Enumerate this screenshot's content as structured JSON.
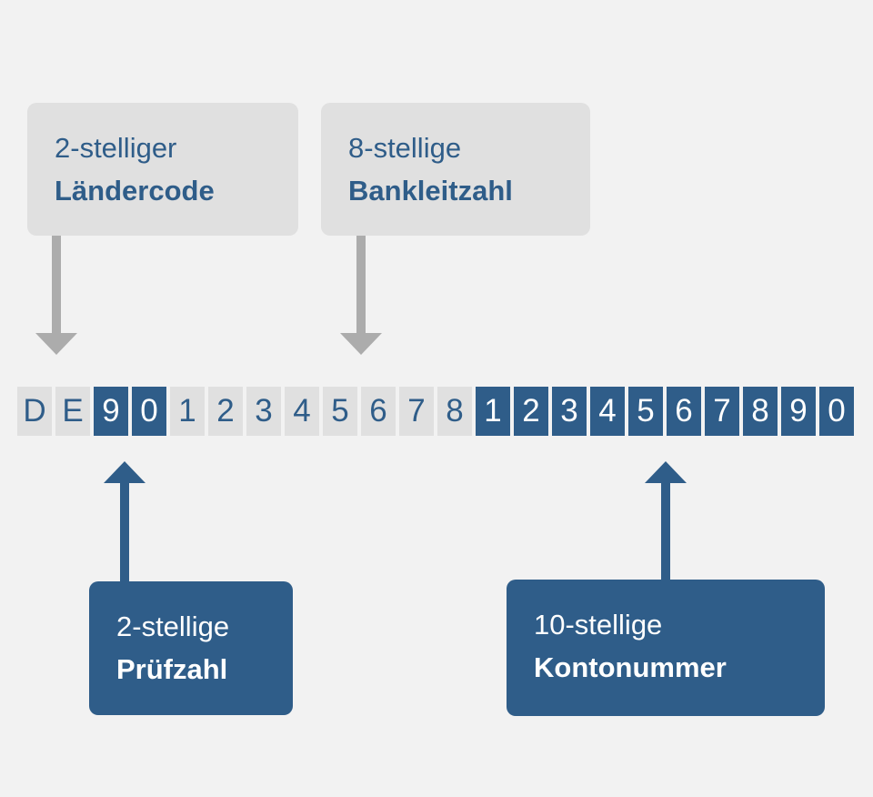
{
  "colors": {
    "background": "#f2f2f2",
    "box_gray": "#e0e0e0",
    "blue": "#2f5d89",
    "arrow_gray": "#acacac",
    "white": "#ffffff"
  },
  "labels": {
    "country_code": {
      "line1": "2-stelliger",
      "line2": "Ländercode"
    },
    "bank_code": {
      "line1": "8-stellige",
      "line2": "Bankleitzahl"
    },
    "check_digits": {
      "line1": "2-stellige",
      "line2": "Prüfzahl"
    },
    "account_number": {
      "line1": "10-stellige",
      "line2": "Kontonummer"
    }
  },
  "iban": {
    "cells": [
      {
        "char": "D",
        "style": "gray"
      },
      {
        "char": "E",
        "style": "gray"
      },
      {
        "char": "9",
        "style": "blue"
      },
      {
        "char": "0",
        "style": "blue"
      },
      {
        "char": "1",
        "style": "gray"
      },
      {
        "char": "2",
        "style": "gray"
      },
      {
        "char": "3",
        "style": "gray"
      },
      {
        "char": "4",
        "style": "gray"
      },
      {
        "char": "5",
        "style": "gray"
      },
      {
        "char": "6",
        "style": "gray"
      },
      {
        "char": "7",
        "style": "gray"
      },
      {
        "char": "8",
        "style": "gray"
      },
      {
        "char": "1",
        "style": "blue"
      },
      {
        "char": "2",
        "style": "blue"
      },
      {
        "char": "3",
        "style": "blue"
      },
      {
        "char": "4",
        "style": "blue"
      },
      {
        "char": "5",
        "style": "blue"
      },
      {
        "char": "6",
        "style": "blue"
      },
      {
        "char": "7",
        "style": "blue"
      },
      {
        "char": "8",
        "style": "blue"
      },
      {
        "char": "9",
        "style": "blue"
      },
      {
        "char": "0",
        "style": "blue"
      }
    ]
  }
}
